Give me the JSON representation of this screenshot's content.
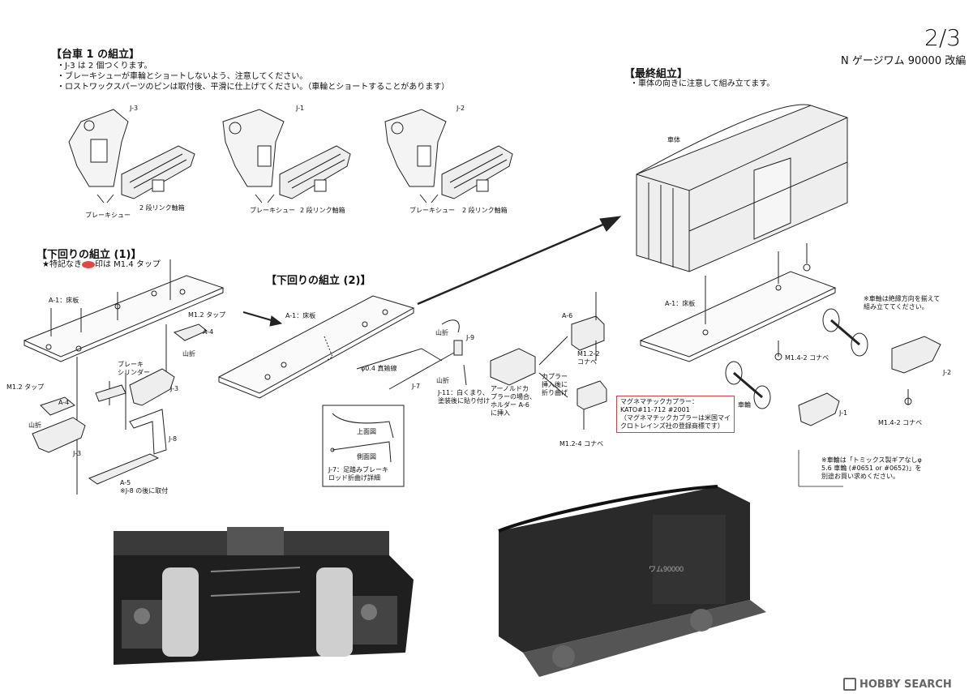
{
  "header": {
    "page_number": "2/3",
    "subtitle": "N ゲージワム 90000 改編"
  },
  "section_bogie": {
    "title": "【台車 1 の組立】",
    "notes": [
      "・J-3 は 2 個つくります。",
      "・ブレーキシューが車輪とショートしないよう、注意してください。",
      "・ロストワックスパーツのピンは取付後、平滑に仕上げてください。（車輪とショートすることがあります）"
    ],
    "parts": [
      {
        "id": "J-3",
        "brake": "ブレーキシュー",
        "link": "2 段リンク軸箱"
      },
      {
        "id": "J-1",
        "brake": "ブレーキシュー",
        "link": "2 段リンク軸箱"
      },
      {
        "id": "J-2",
        "brake": "ブレーキシュー",
        "link": "2 段リンク軸箱"
      }
    ]
  },
  "section_under1": {
    "title": "【下回りの組立 (1)】",
    "note_prefix": "★特記なき",
    "note_suffix": "印は M1.4 タップ",
    "labels": {
      "floor": "A-1：床板",
      "m12tap_right": "M1.2 タップ",
      "a4_right": "A-4",
      "yamaori_right": "山折",
      "brake_cyl": "ブレーキ\nシリンダー",
      "j3_right": "J-3",
      "m12tap_left": "M1.2 タップ",
      "a4_left": "A-4",
      "yamaori_left": "山折",
      "j3_left": "J-3",
      "j8": "J-8",
      "a5": "A-5",
      "a5_note": "※J-8 の後に取付"
    }
  },
  "section_under2": {
    "title": "【下回りの組立 (2)】",
    "labels": {
      "floor": "A-1：床板",
      "yamaori_a": "山折",
      "j9": "J-9",
      "wire": "φ0.4 真鍮線",
      "j7": "J-7",
      "yamaori_b": "山折",
      "j11": "J-11：白くまり、\n塗装後に貼り付け",
      "detail_top": "上面図",
      "detail_side": "側面図",
      "detail_caption": "J-7：足踏みブレーキ\nロッド折曲げ詳細"
    }
  },
  "section_coupler": {
    "arnold": "アーノルドカ\nプラーの場合、\nホルダー A-6\nに挿入",
    "a6": "A-6",
    "m12_2": "M1.2-2\nコナベ",
    "insert": "カプラー\n挿入後に\n折り曲げ",
    "m12_4": "M1.2-4 コナベ",
    "magne": "マグネマチックカプラー：\nKATO#11-712 #2001\n（マグネマチックカプラーは米国マイ\nクロトレインズ社の登録商標です）"
  },
  "section_final": {
    "title": "【最終組立】",
    "note": "・車体の向きに注意して組み立てます。",
    "body": "車体",
    "floor": "A-1：床板",
    "wheel_note": "※車軸は絶縁方向を揃えて\n組み立ててください。",
    "m14_left": "M1.4-2 コナベ",
    "wheels": "車輪",
    "j1": "J-1",
    "j2": "J-2",
    "m14_right": "M1.4-2 コナベ",
    "purchase": "※車輪は「トミックス製ギアなしφ\n5.6 車輪 (#0651 or #0652)」を\n別途お買い求めください。"
  },
  "photos": {
    "car_number": "ワム90000"
  },
  "footer": {
    "logo": "HOBBY SEARCH"
  },
  "colors": {
    "line": "#222222",
    "accent": "#e04848",
    "photo_dark": "#2a2a2a"
  }
}
